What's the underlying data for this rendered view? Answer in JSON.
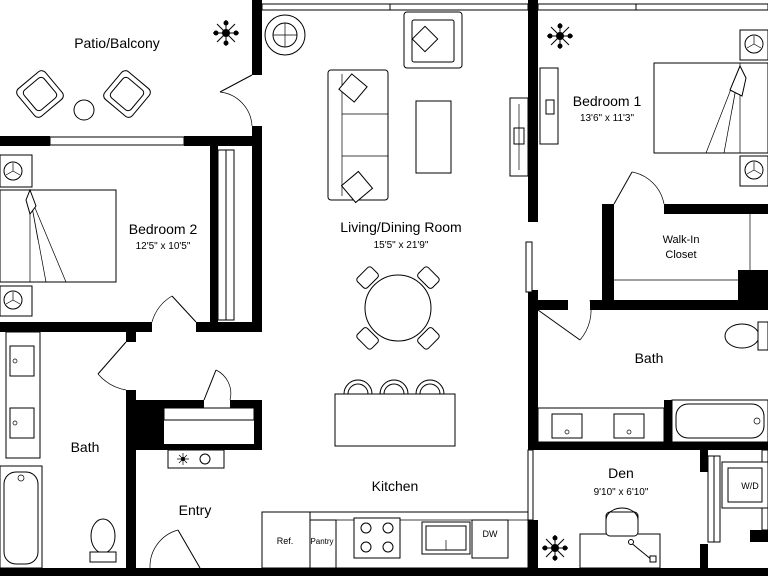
{
  "rooms": {
    "patio": {
      "name": "Patio/Balcony"
    },
    "bedroom1": {
      "name": "Bedroom 1",
      "dim": "13'6\" x 11'3\""
    },
    "bedroom2": {
      "name": "Bedroom 2",
      "dim": "12'5\" x 10'5\""
    },
    "living": {
      "name": "Living/Dining Room",
      "dim": "15'5\" x 21'9\""
    },
    "closet": {
      "line1": "Walk-In",
      "line2": "Closet"
    },
    "bath_right": {
      "name": "Bath"
    },
    "bath_left": {
      "name": "Bath"
    },
    "den": {
      "name": "Den",
      "dim": "9'10\" x 6'10\""
    },
    "kitchen": {
      "name": "Kitchen"
    },
    "entry": {
      "name": "Entry"
    }
  },
  "fixtures": {
    "refrigerator": "Ref.",
    "pantry": "Pantry",
    "dishwasher": "DW",
    "washer_dryer": "W/D"
  }
}
